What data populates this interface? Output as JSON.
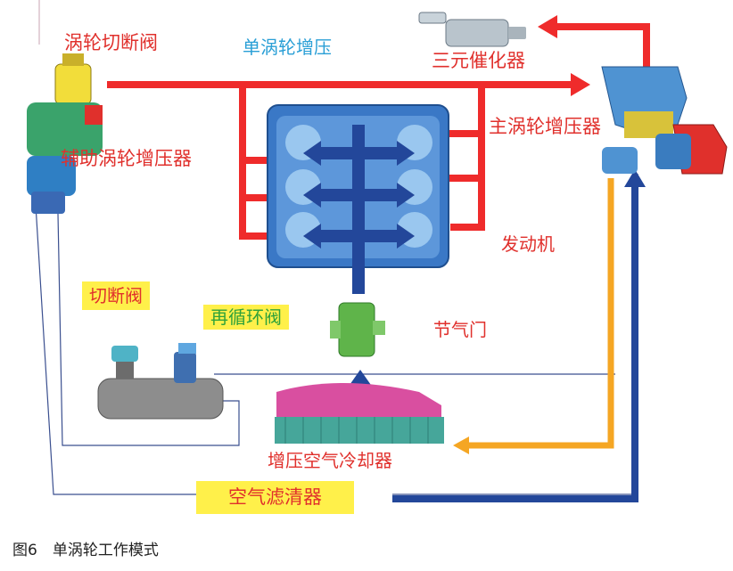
{
  "labels": {
    "turbo_cutoff_valve": "涡轮切断阀",
    "single_turbo": "单涡轮增压",
    "catalytic_converter": "三元催化器",
    "main_turbocharger": "主涡轮增压器",
    "aux_turbocharger": "辅助涡轮增压器",
    "engine": "发动机",
    "cutoff_valve": "切断阀",
    "recirculation_valve": "再循环阀",
    "throttle": "节气门",
    "intercooler": "增压空气冷却器",
    "air_filter": "空气滤清器"
  },
  "caption": "图6　单涡轮工作模式",
  "colors": {
    "exhaust_red": "#ef2b2b",
    "intake_blue": "#23479a",
    "boost_orange": "#f5a623",
    "line_navy": "#3a4f8f",
    "engine_blue": "#3a78c6",
    "highlight_yellow": "#fff04a"
  }
}
